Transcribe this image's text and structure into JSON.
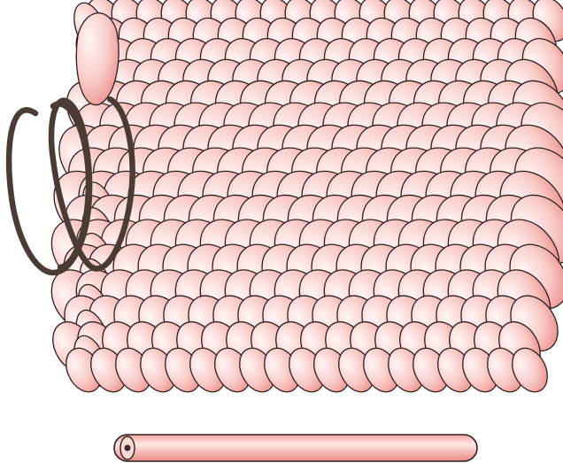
{
  "figure": {
    "components": [
      {
        "name": "capsid-cylinder",
        "description_kind": "helical protein subunit array"
      },
      {
        "name": "rna-helix",
        "description_kind": "nucleic acid helix"
      },
      {
        "name": "virus-rod",
        "description_kind": "whole rod at small scale"
      }
    ],
    "text_labels": []
  },
  "colors": {
    "background": "#ffffff",
    "subunit_light": "#fff4f3",
    "subunit_mid": "#f7c2bf",
    "subunit_dark": "#e9827e",
    "outline": "#2b2020",
    "helix": "#4a3b34",
    "rod_fill": "#f4a7a2",
    "rod_highlight": "#fde6e4"
  }
}
